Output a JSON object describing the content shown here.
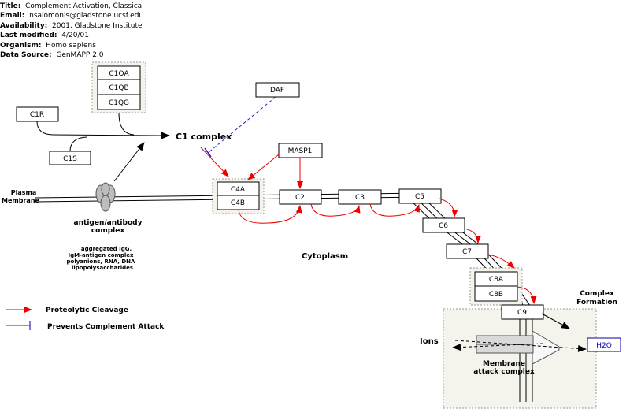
{
  "metadata": {
    "title_label": "Title:",
    "title_value": "Complement Activation, Classica",
    "email_label": "Email:",
    "email_value": "nsalomonis@gladstone.ucsf.edu",
    "availability_label": "Availability:",
    "availability_value": "2001, Gladstone Institute",
    "modified_label": "Last modified:",
    "modified_value": "4/20/01",
    "organism_label": "Organism:",
    "organism_value": "Homo sapiens",
    "source_label": "Data Source:",
    "source_value": "GenMAPP 2.0"
  },
  "genes": {
    "c1qa": "C1QA",
    "c1qb": "C1QB",
    "c1qg": "C1QG",
    "c1r": "C1R",
    "c1s": "C1S",
    "daf": "DAF",
    "masp1": "MASP1",
    "c4a": "C4A",
    "c4b": "C4B",
    "c2": "C2",
    "c3": "C3",
    "c5": "C5",
    "c6": "C6",
    "c7": "C7",
    "c8a": "C8A",
    "c8b": "C8B",
    "c9": "C9",
    "h2o": "H2O"
  },
  "labels": {
    "c1_complex": "C1 complex",
    "plasma": "Plasma",
    "membrane": "Membrane",
    "antigen_1": "antigen/antibody",
    "antigen_2": "complex",
    "activators": [
      "aggregated IgG,",
      "IgM-antigen complex",
      "polyanions, RNA, DNA",
      "lipopolysaccharides"
    ],
    "cytoplasm": "Cytoplasm",
    "complex_formation_1": "Complex",
    "complex_formation_2": "Formation",
    "ions": "Ions",
    "mac_1": "Membrane",
    "mac_2": "attack complex"
  },
  "legend": {
    "proteolytic": "Proteolytic Cleavage",
    "prevents": "Prevents Complement Attack"
  },
  "colors": {
    "cleavage": "#ee0000",
    "inhibition": "#2222cc",
    "gene_border": "#000000",
    "group_fill": "#f4f3ec",
    "h2o_text": "#0000aa"
  }
}
